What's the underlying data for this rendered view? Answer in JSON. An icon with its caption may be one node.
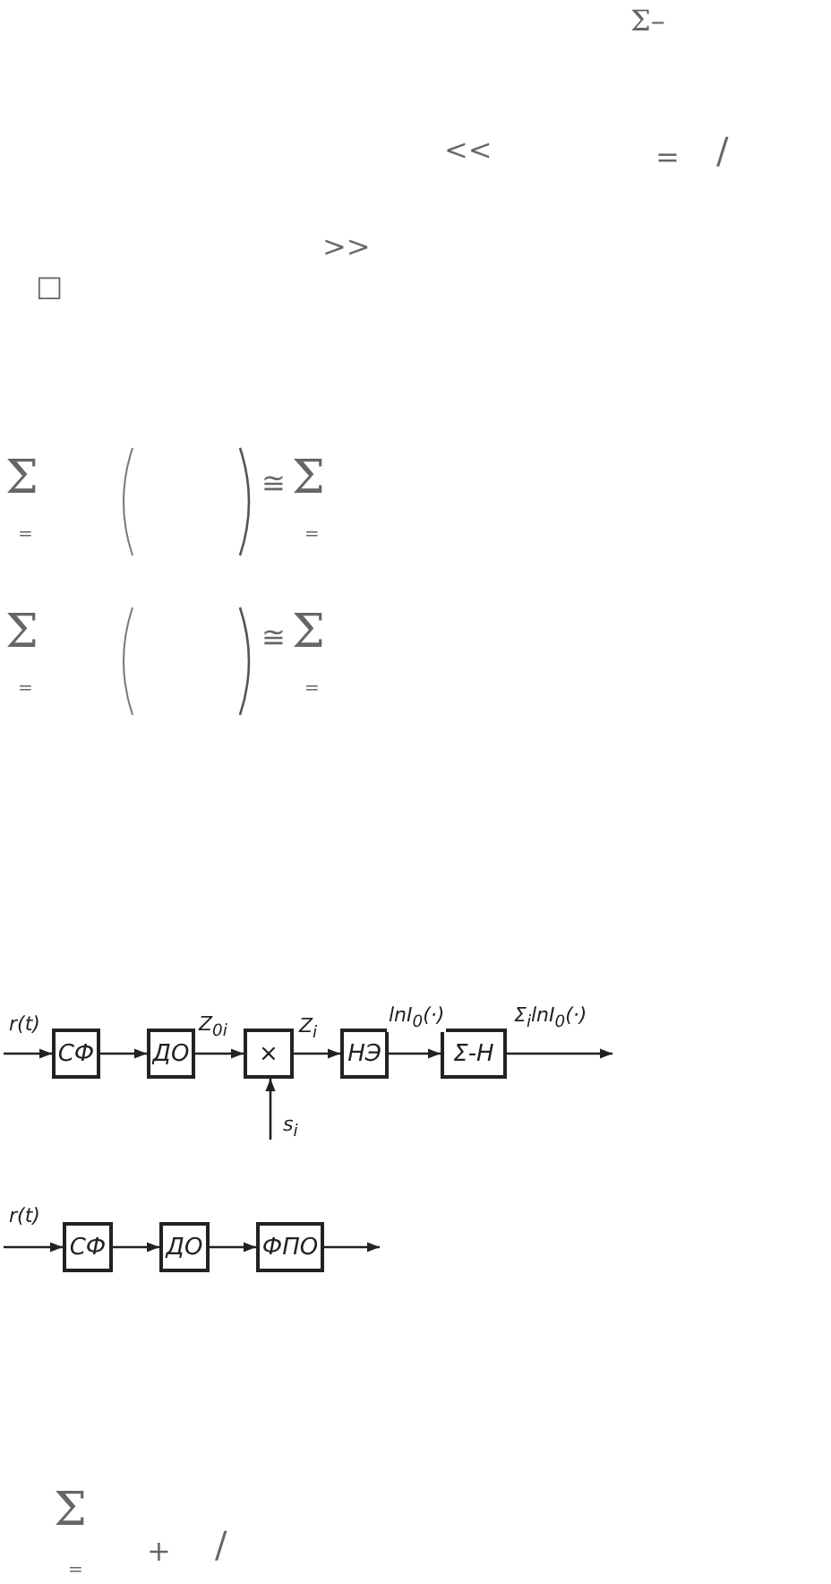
{
  "diagram": {
    "nodes": [
      {
        "text": [
          "СФ"
        ]
      },
      {
        "text": [
          "ДО"
        ]
      },
      {
        "text": [
          "×"
        ]
      },
      {
        "text": [
          "НЭ"
        ]
      },
      {
        "text": [
          "Σ-Н"
        ]
      },
      {
        "text": [
          "СФ"
        ]
      },
      {
        "text": [
          "ДО"
        ]
      },
      {
        "text": [
          "ФПО"
        ]
      }
    ],
    "edges": [
      {
        "from": null,
        "to": 0,
        "arrow": "to",
        "label": "r(t)"
      },
      {
        "from": 0,
        "to": 1,
        "arrow": "to"
      },
      {
        "from": 1,
        "to": 2,
        "arrow": "to",
        "label": "Z$_{0i}$"
      },
      {
        "from": 2,
        "to": 3,
        "arrow": "to",
        "label": "Z$_{i}$"
      },
      {
        "from": 3,
        "to": 4,
        "arrow": "to",
        "label": "lnI$_{0}$(·)"
      },
      {
        "from": 4,
        "to": null,
        "arrow": "to",
        "label": "Σ$_{i}$lnI$_{0}$(·)"
      },
      {
        "from": null,
        "to": 2,
        "arrow": "to",
        "label": "s$_{i}$"
      },
      {
        "from": null,
        "to": 5,
        "arrow": "to",
        "label": "r(t)"
      },
      {
        "from": 5,
        "to": 6,
        "arrow": "to"
      },
      {
        "from": 6,
        "to": 7,
        "arrow": "to"
      },
      {
        "from": 7,
        "to": null,
        "arrow": "to"
      }
    ],
    "labels": [
      "Σ–",
      "<<",
      "=",
      "/",
      ">>",
      "□",
      "Σ",
      "=",
      "≅",
      "Σ",
      "=",
      "Σ",
      "=",
      "≅",
      "Σ",
      "=",
      "Σ",
      "=",
      "+",
      "/"
    ]
  }
}
